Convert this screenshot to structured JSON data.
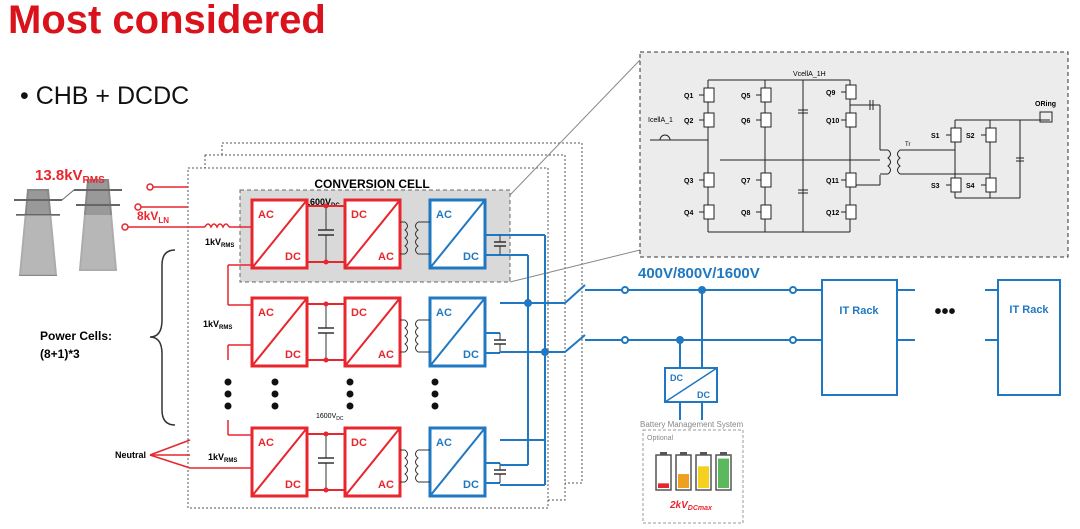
{
  "title": "Most considered",
  "bullet": "CHB + DCDC",
  "grid": {
    "voltage": "13.8kV",
    "voltage_sub": "RMS"
  },
  "line": {
    "voltage": "8kV",
    "voltage_sub": "LN"
  },
  "conversion_cell_label": "CONVERSION CELL",
  "dc_link_top": {
    "value": "1600V",
    "sub": "DC"
  },
  "dc_link_bottom": {
    "value": "1600V",
    "sub": "DC"
  },
  "cell_input": {
    "value": "1kV",
    "sub": "RMS"
  },
  "power_cells": {
    "line1": "Power Cells:",
    "line2": "(8+1)*3"
  },
  "neutral": "Neutral",
  "converter_labels": {
    "ac": "AC",
    "dc": "DC"
  },
  "bus_voltage": "400V/800V/1600V",
  "it_rack": "IT Rack",
  "ellipsis": "•••",
  "bms": {
    "title": "Battery Management System",
    "optional": "Optional",
    "voltage": "2kV",
    "voltage_sub": "DCmax"
  },
  "circuit": {
    "node_label": "VcellA_1H",
    "current_label": "IcellA_1",
    "transformer": "Tr",
    "oring": "ORing",
    "switches": [
      "Q1",
      "Q2",
      "Q3",
      "Q4",
      "Q5",
      "Q6",
      "Q7",
      "Q8",
      "Q9",
      "Q10",
      "Q11",
      "Q12",
      "S1",
      "S2",
      "S3",
      "S4"
    ]
  },
  "colors": {
    "red": "#e8262d",
    "blue": "#1f78c1",
    "title_red": "#d9121b",
    "gray_panel": "#d9d9d9"
  },
  "battery_levels": [
    0.15,
    0.45,
    0.7,
    0.95
  ]
}
